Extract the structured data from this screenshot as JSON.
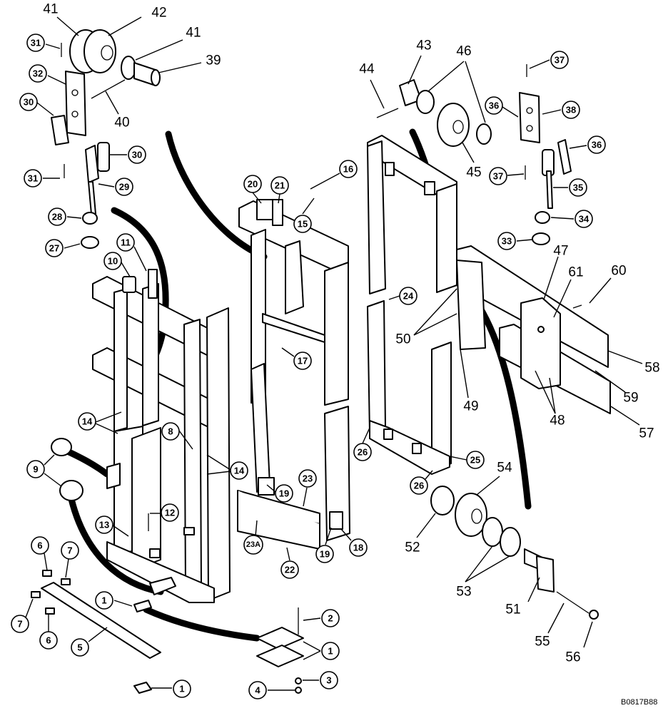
{
  "drawing_code": "B0817B88",
  "callouts": [
    "1",
    "1",
    "1",
    "1",
    "2",
    "3",
    "4",
    "5",
    "6",
    "6",
    "7",
    "7",
    "8",
    "9",
    "10",
    "11",
    "12",
    "13",
    "14",
    "14",
    "15",
    "16",
    "17",
    "18",
    "19",
    "19",
    "20",
    "21",
    "22",
    "23",
    "23A",
    "24",
    "25",
    "26",
    "26",
    "27",
    "28",
    "29",
    "30",
    "30",
    "31",
    "31",
    "32",
    "33",
    "34",
    "35",
    "36",
    "36",
    "37",
    "37",
    "38"
  ],
  "plain_labels": [
    "39",
    "40",
    "41",
    "41",
    "42",
    "43",
    "44",
    "45",
    "46",
    "47",
    "48",
    "49",
    "50",
    "51",
    "52",
    "53",
    "54",
    "55",
    "56",
    "57",
    "58",
    "59",
    "60",
    "61"
  ]
}
